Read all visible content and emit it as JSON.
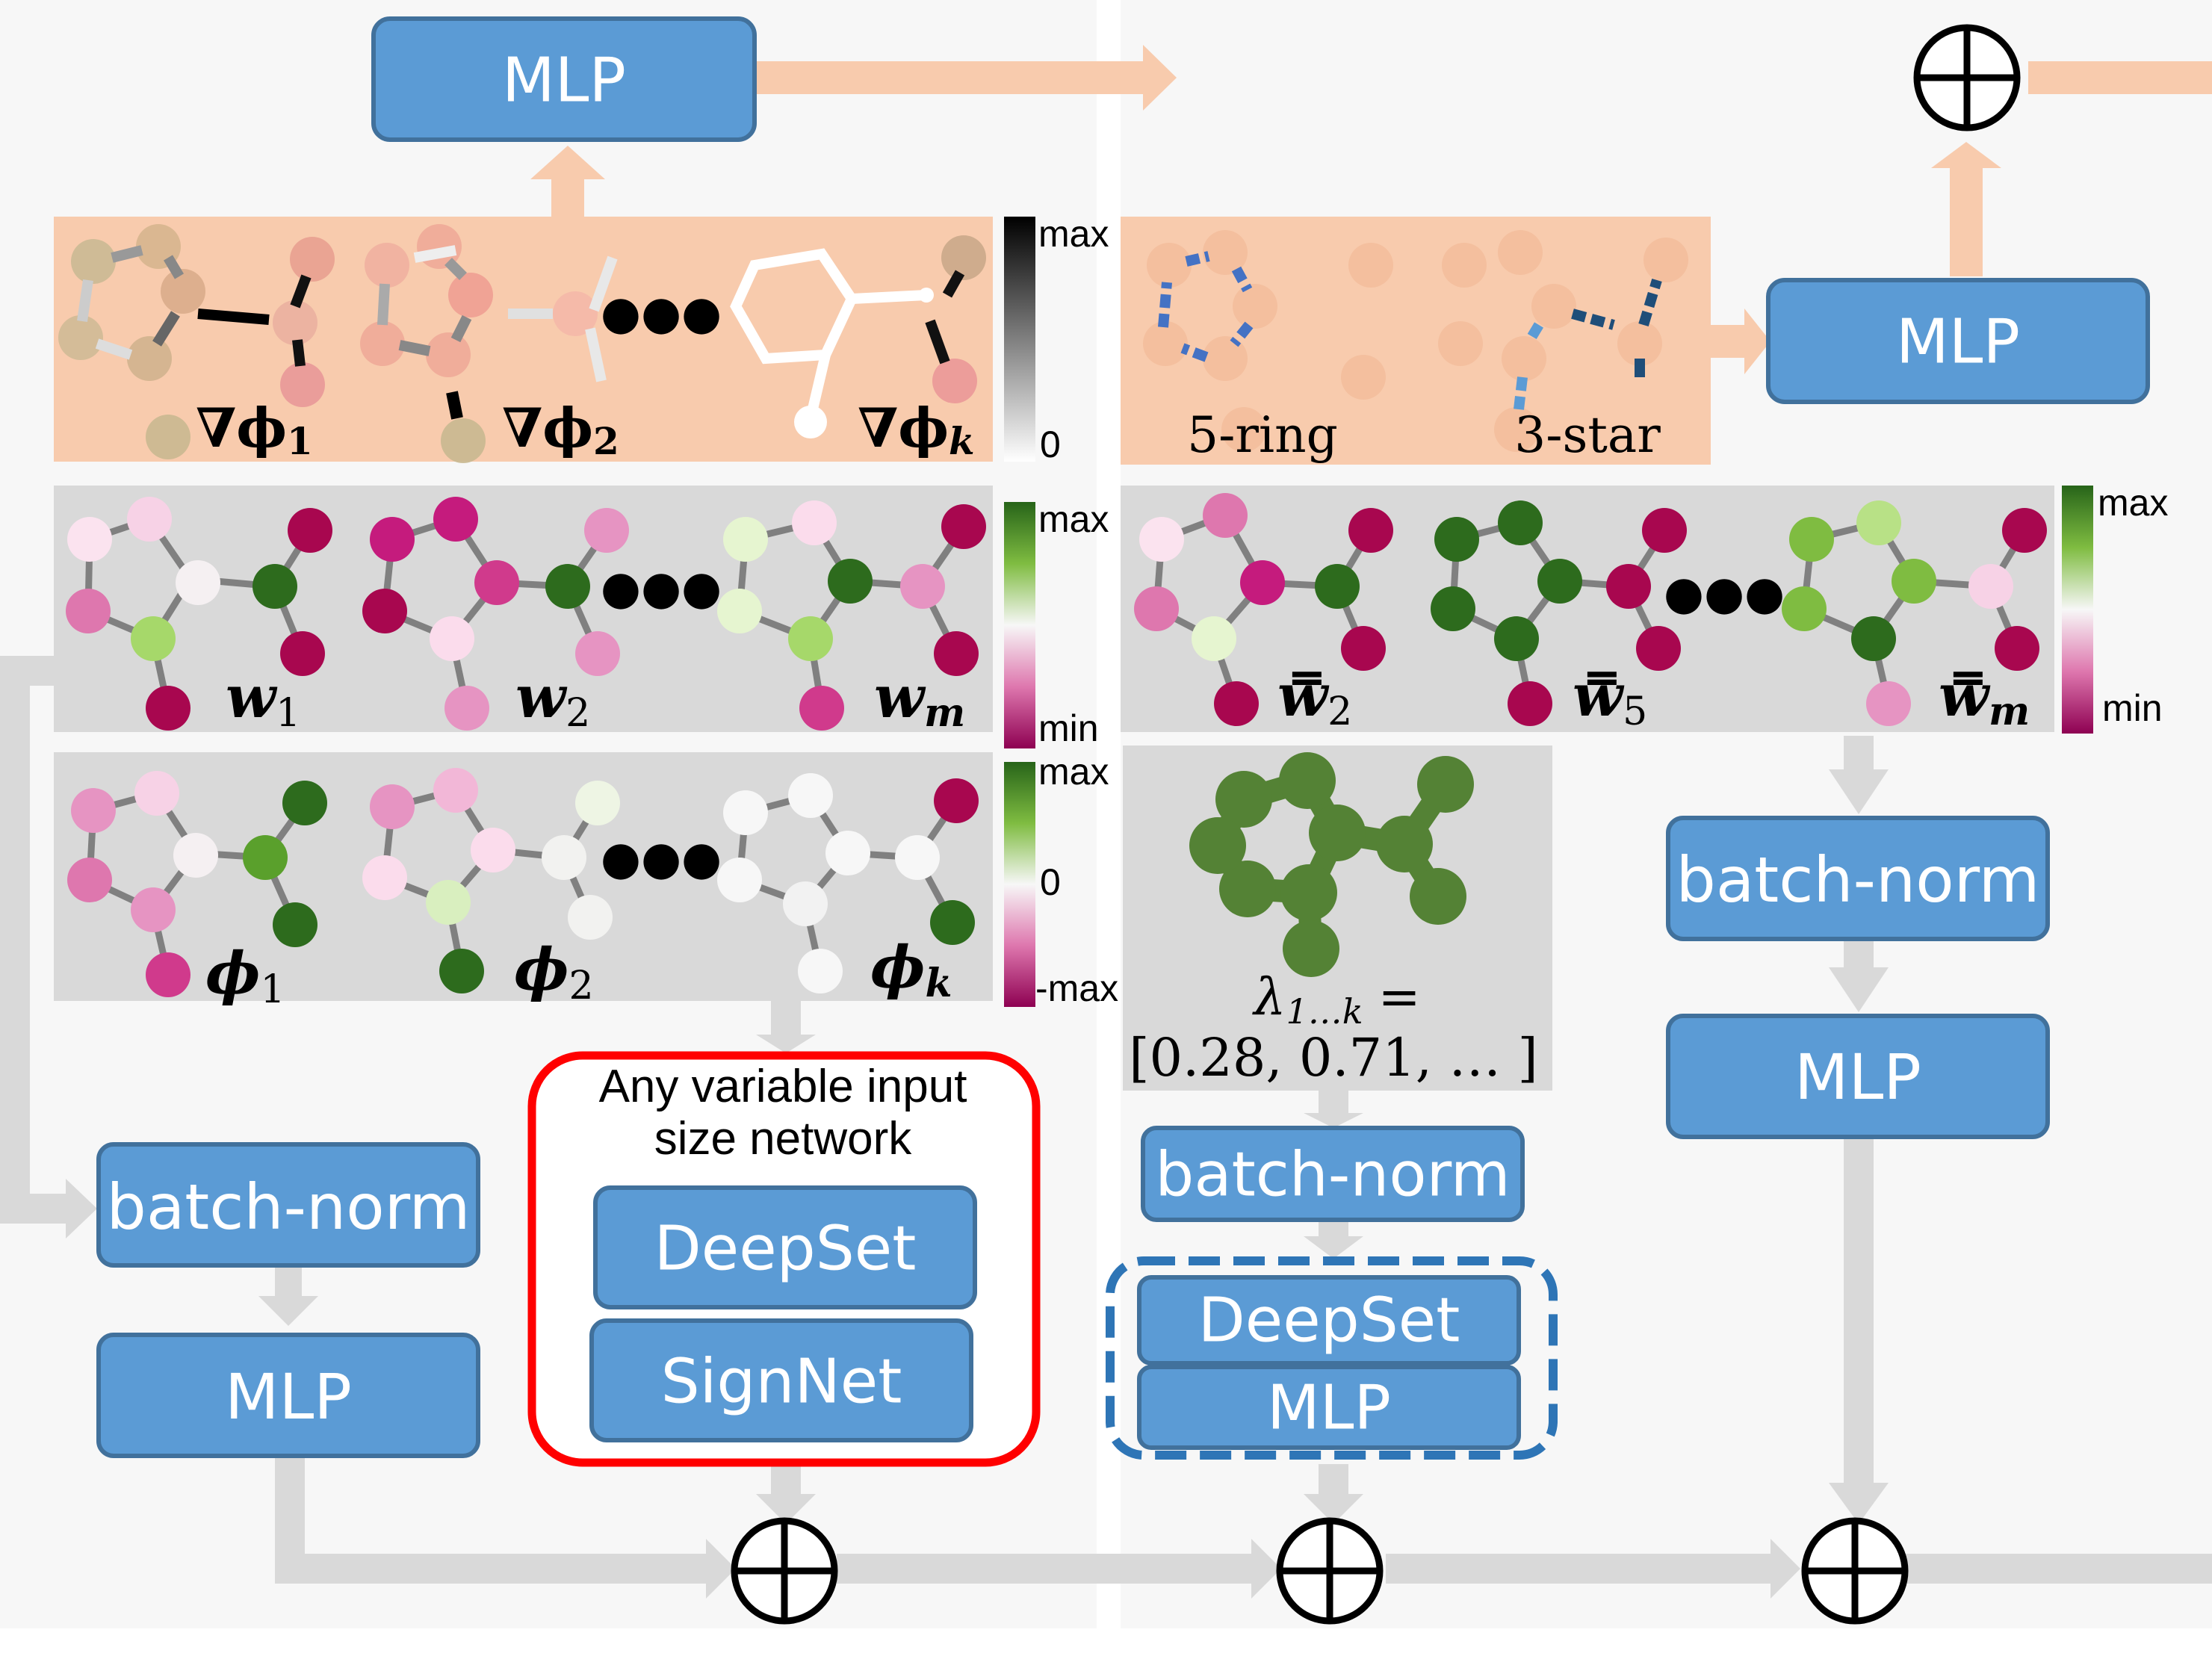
{
  "blocks": {
    "mlp_top": "MLP",
    "mlp_right_top": "MLP",
    "batch_norm_left": "batch-norm",
    "mlp_left": "MLP",
    "deepset_red": "DeepSet",
    "signnet_red": "SignNet",
    "variable_network_line1": "Any variable input",
    "variable_network_line2": "size network",
    "batch_norm_mid": "batch-norm",
    "deepset_blue": "DeepSet",
    "mlp_blue": "MLP",
    "batch_norm_right": "batch-norm",
    "mlp_right": "MLP"
  },
  "panels": {
    "gradients": {
      "labels": [
        "∇ϕ",
        "∇ϕ",
        "∇ϕ"
      ],
      "subscripts": [
        "1",
        "2",
        "k"
      ],
      "colorbar": {
        "max": "max",
        "min": "0",
        "colors": [
          "#000000",
          "#ffffff"
        ]
      },
      "ellipsis": "●●●"
    },
    "substructures": {
      "labels": [
        "5-ring",
        "3-star"
      ]
    },
    "weights": {
      "labels": [
        "w",
        "w",
        "w"
      ],
      "subscripts": [
        "1",
        "2",
        "m"
      ],
      "colorbar": {
        "max": "max",
        "min": "min"
      },
      "ellipsis": "●●●"
    },
    "weights_bar": {
      "labels": [
        "w̿",
        "w̿",
        "w̿"
      ],
      "subscripts": [
        "2",
        "5",
        "m"
      ],
      "colorbar": {
        "max": "max",
        "min": "min"
      },
      "ellipsis": "●●●"
    },
    "eigenvectors": {
      "labels": [
        "ϕ",
        "ϕ",
        "ϕ"
      ],
      "subscripts": [
        "1",
        "2",
        "k"
      ],
      "colorbar": {
        "max": "max",
        "mid": "0",
        "min": "-max"
      },
      "ellipsis": "●●●"
    },
    "eigenvalues": {
      "lambda": "λ",
      "lambda_sub": "1…k",
      "equals": "=",
      "values": "[0.28, 0.71, … ]"
    }
  },
  "colors": {
    "block_fill": "#5b9bd5",
    "block_stroke": "#41719c",
    "orange_panel": "#f8cbad",
    "gray_panel": "#d9d9d9",
    "red_outline": "#ff0000",
    "blue_dashed": "#2e75b6",
    "green_graph": "#548235",
    "pos_color": "#1b6b1b",
    "neg_color": "#8e0152"
  }
}
